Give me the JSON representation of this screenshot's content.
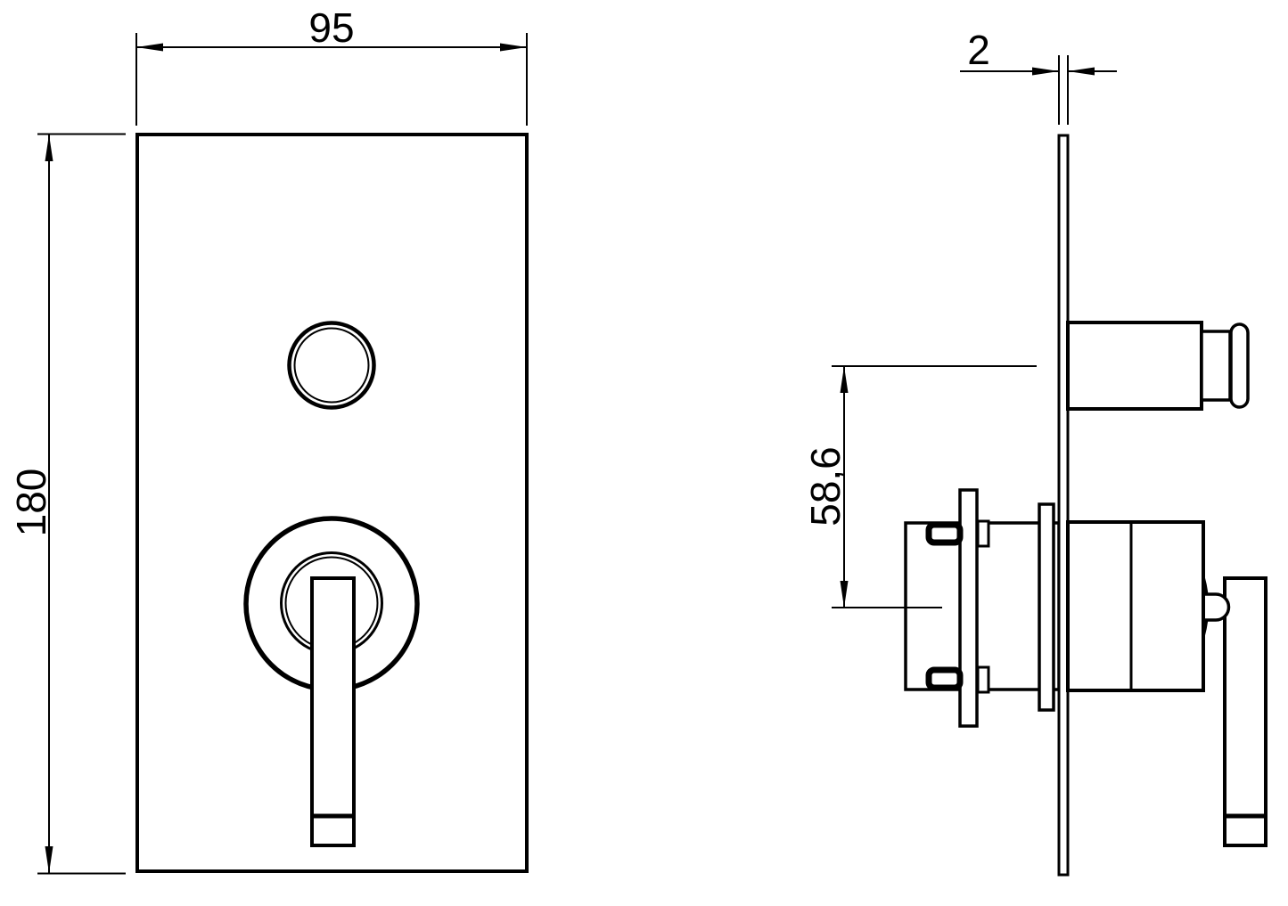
{
  "page": {
    "type": "technical-dimensional-drawing",
    "background": "#ffffff"
  },
  "colors": {
    "line": "#000000",
    "background": "#ffffff"
  },
  "front_view": {
    "dim_width": {
      "label": "95"
    },
    "dim_height": {
      "label": "180"
    }
  },
  "side_view": {
    "dim_plate_thickness": {
      "label": "2"
    },
    "dim_control_spacing": {
      "label": "58,6"
    }
  }
}
